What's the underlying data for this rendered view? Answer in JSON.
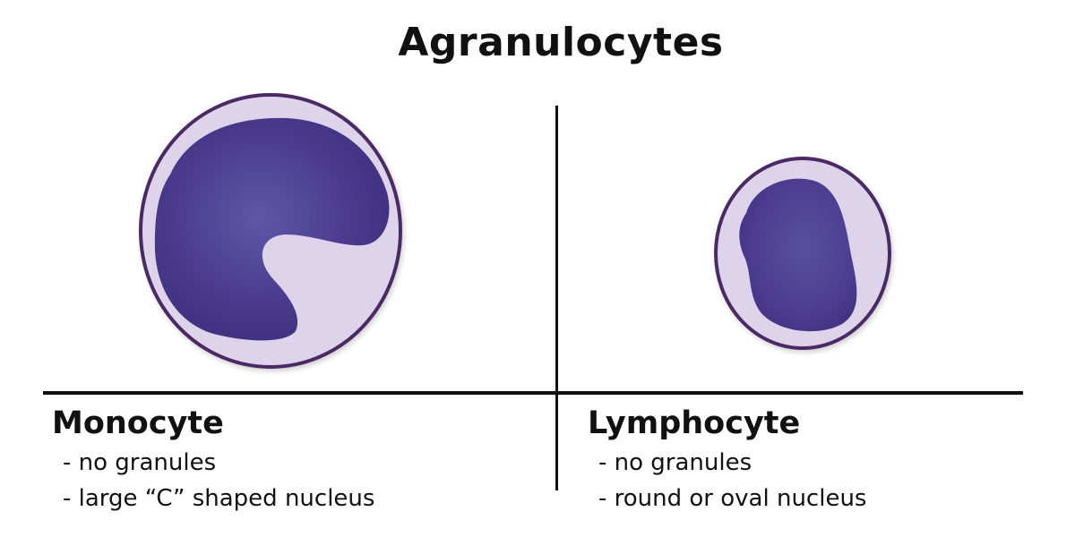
{
  "title": "Agranulocytes",
  "panels": [
    {
      "name": "Monocyte",
      "features": [
        "- no granules",
        "- large “C” shaped nucleus"
      ]
    },
    {
      "name": "Lymphocyte",
      "features": [
        "- no granules",
        "- round or oval nucleus"
      ]
    }
  ],
  "colors": {
    "cell_border": "#4a2a63",
    "cytoplasm": "#ddd4ec",
    "nucleus": "#4b3c8f",
    "nucleus_dark": "#3f2f7d",
    "text": "#111111"
  }
}
